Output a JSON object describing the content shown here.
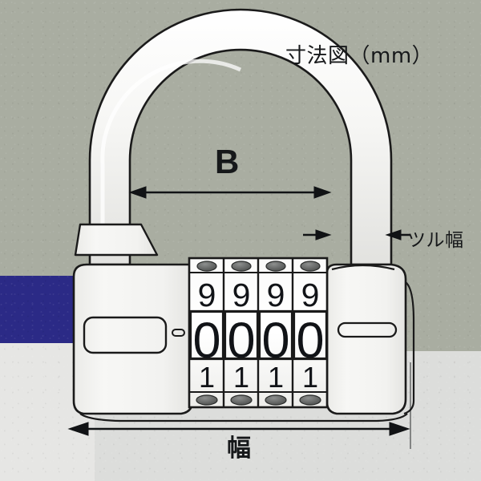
{
  "figure": {
    "title": "寸法図（mm）",
    "subject": "combination-padlock-dimension-diagram",
    "background_colors": {
      "top": "#a9ada1",
      "bottom": "#dcdddb",
      "accent_band": "#2b2a86",
      "body_fill": "#f2f2f0",
      "outline": "#1a1a1a"
    }
  },
  "labels": {
    "shackle_inner_width": "B",
    "shackle_thickness": "ツル幅",
    "body_width": "幅"
  },
  "dials": {
    "count": 4,
    "rows": [
      {
        "name": "upper-row",
        "digits": [
          "9",
          "9",
          "9",
          "9"
        ]
      },
      {
        "name": "selected-row",
        "digits": [
          "0",
          "0",
          "0",
          "0"
        ]
      },
      {
        "name": "lower-row",
        "digits": [
          "1",
          "1",
          "1",
          "1"
        ]
      }
    ]
  },
  "dimension_arrows": [
    {
      "name": "b-dimension",
      "orientation": "horizontal",
      "label": "B"
    },
    {
      "name": "shackle-width-dimension",
      "orientation": "horizontal-inward",
      "label": "ツル幅"
    },
    {
      "name": "body-width-dimension",
      "orientation": "horizontal",
      "label": "幅"
    }
  ]
}
